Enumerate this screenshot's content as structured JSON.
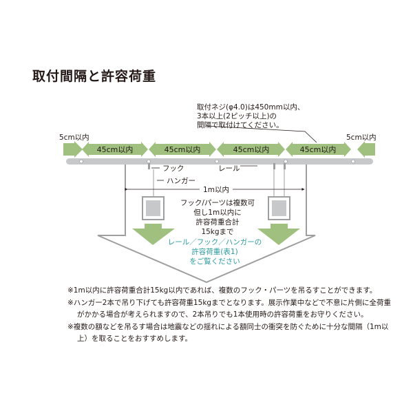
{
  "title": "取付間隔と許容荷重",
  "screw_note": [
    "取付ネジ(φ4.0)は450mm以内、",
    "3本以上(2ピッチ以上)の",
    "間隔で取付けてください。"
  ],
  "edge_label_left": "5cm以内",
  "edge_label_right": "5cm以内",
  "pitch_labels": [
    "45cm以内",
    "45cm以内",
    "45cm以内",
    "45cm以内"
  ],
  "label_hook": "フック",
  "label_rail": "レール",
  "label_hanger": "ハンガー",
  "label_spacing": "1m以内",
  "load_note": [
    "フック/パーツは複数可",
    "但し1m以内に",
    "許容荷重合計",
    "15kgまで"
  ],
  "reference_note": [
    "レール／フック／ハンガーの",
    "許容荷重(表1)",
    "をご覧ください"
  ],
  "footnotes": [
    "※1m以内に許容荷重合計15kg以内であれば、複数のフック・パーツを吊るすことができます。",
    "※ハンガー2本で吊り下げても許容荷重15kgまでとなります。展示作業中などで不意に片側に全荷重がかかる場合が考えられますので、2本吊りでも1本使用時の許容荷重をお守りください。",
    "※複数の額などを吊るす場合は地震などの揺れによる額同士の衝突を防ぐために十分な間隔（1m以上）を取ることをおすすめします。"
  ],
  "colors": {
    "arrow_green": "#9fc07f",
    "rail_gray": "#c7c8c9",
    "outline_gray": "#9d9e9f",
    "teal_text": "#2a9a9f",
    "text": "#231815"
  }
}
